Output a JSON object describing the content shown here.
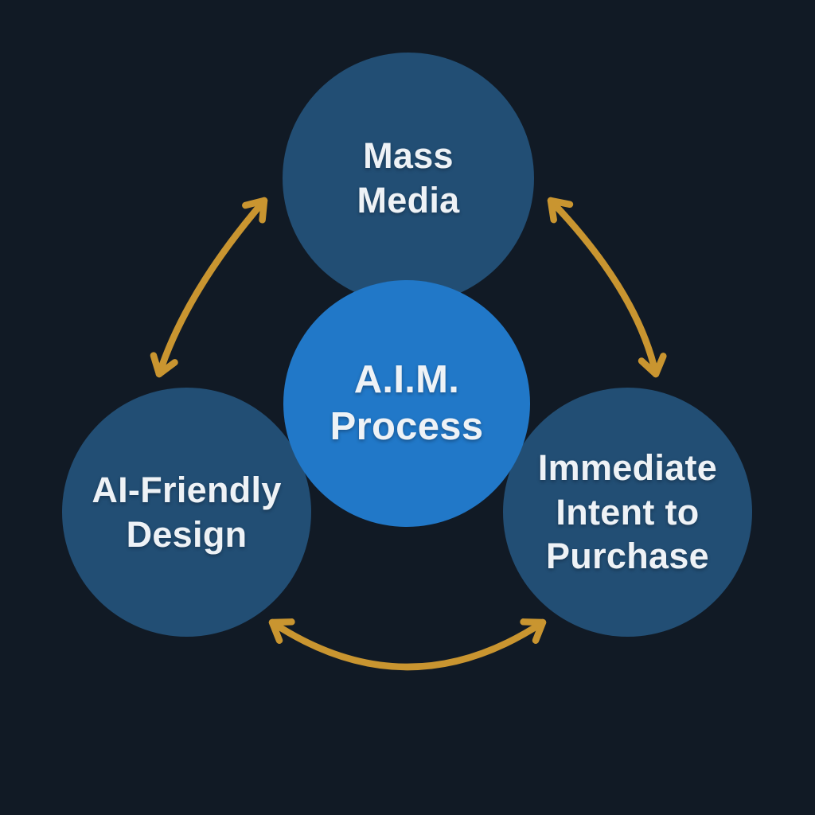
{
  "diagram": {
    "center": {
      "id": "aim-process",
      "label": "A.I.M.\nProcess"
    },
    "nodes": [
      {
        "id": "mass-media",
        "label": "Mass\nMedia"
      },
      {
        "id": "ai-friendly-design",
        "label": "AI-Friendly\nDesign"
      },
      {
        "id": "immediate-intent-to-purchase",
        "label": "Immediate\nIntent to\nPurchase"
      }
    ],
    "connections": [
      {
        "between": [
          "ai-friendly-design",
          "mass-media"
        ],
        "bidirectional": true
      },
      {
        "between": [
          "mass-media",
          "immediate-intent-to-purchase"
        ],
        "bidirectional": true
      },
      {
        "between": [
          "ai-friendly-design",
          "immediate-intent-to-purchase"
        ],
        "bidirectional": true
      }
    ]
  },
  "colors": {
    "background": "#111a25",
    "node_fill": "#224e74",
    "center_fill": "#2178c8",
    "label_text": "#eef2f6",
    "arrow": "#c99530"
  }
}
